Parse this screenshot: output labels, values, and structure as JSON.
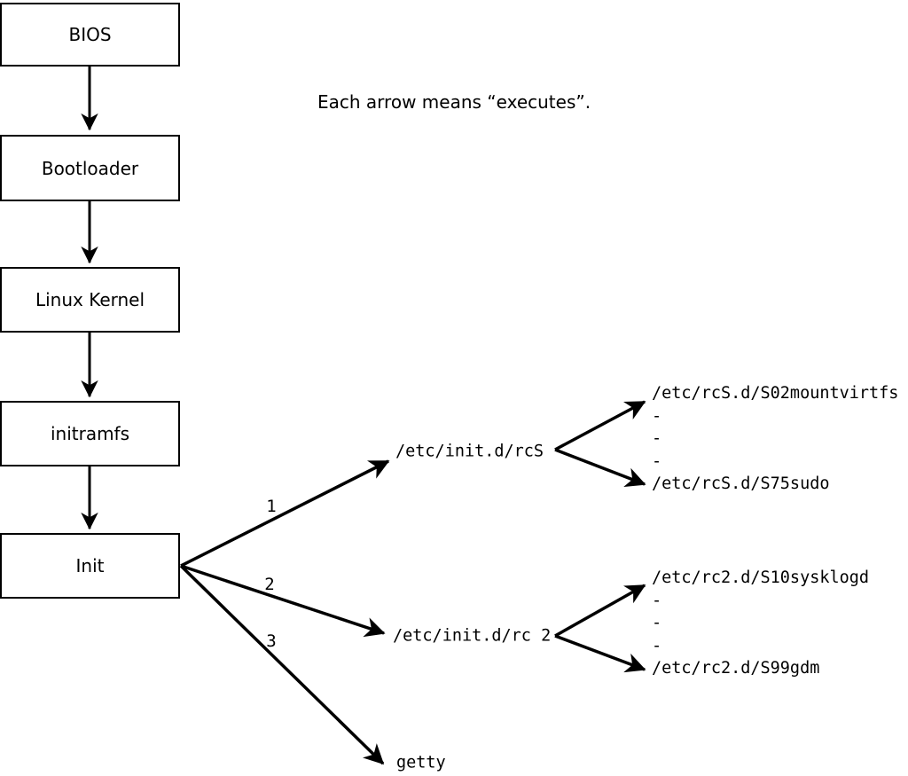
{
  "colors": {
    "ink": "#000000",
    "background": "#ffffff"
  },
  "note": "Each arrow means “executes”.",
  "flow_boxes": [
    {
      "label": "BIOS"
    },
    {
      "label": "Bootloader"
    },
    {
      "label": "Linux Kernel"
    },
    {
      "label": "initramfs"
    },
    {
      "label": "Init"
    }
  ],
  "init_children": [
    {
      "order": "1",
      "target": "/etc/init.d/rcS"
    },
    {
      "order": "2",
      "target": "/etc/init.d/rc 2"
    },
    {
      "order": "3",
      "target": "getty"
    }
  ],
  "script_clusters": {
    "rcS": {
      "lines": [
        "/etc/rcS.d/S02mountvirtfs",
        "-",
        "-",
        "-",
        "/etc/rcS.d/S75sudo"
      ]
    },
    "rc2": {
      "lines": [
        "/etc/rc2.d/S10sysklogd",
        "-",
        "-",
        "-",
        "/etc/rc2.d/S99gdm"
      ]
    }
  }
}
